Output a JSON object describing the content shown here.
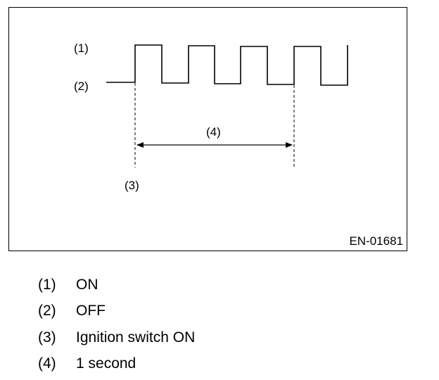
{
  "diagram": {
    "labels": {
      "on": "(1)",
      "off": "(2)",
      "ignition": "(3)",
      "duration": "(4)"
    },
    "code": "EN-01681"
  },
  "legend": [
    {
      "marker": "(1)",
      "text": "ON"
    },
    {
      "marker": "(2)",
      "text": "OFF"
    },
    {
      "marker": "(3)",
      "text": "Ignition switch ON"
    },
    {
      "marker": "(4)",
      "text": "1 second"
    }
  ]
}
